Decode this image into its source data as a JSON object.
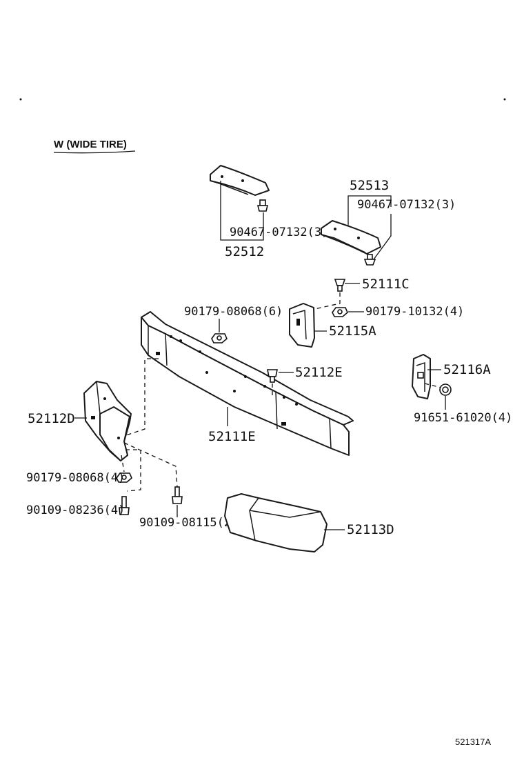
{
  "header": "W (WIDE TIRE)",
  "figure_id": "521317A",
  "labels": {
    "p52513": "52513",
    "p90467_right": "90467-07132(3)",
    "p90467_left": "90467-07132(3)",
    "p52512": "52512",
    "p52111C": "52111C",
    "p90179_10132": "90179-10132(4)",
    "p90179_08068_6": "90179-08068(6)",
    "p52115A": "52115A",
    "p52116A": "52116A",
    "p52112E": "52112E",
    "p91651": "91651-61020(4)",
    "p52112D": "52112D",
    "p52111E": "52111E",
    "p90179_08068_4": "90179-08068(4)",
    "p90109_08236": "90109-08236(4)",
    "p90109_08115": "90109-08115(2)",
    "p52113D": "52113D"
  }
}
